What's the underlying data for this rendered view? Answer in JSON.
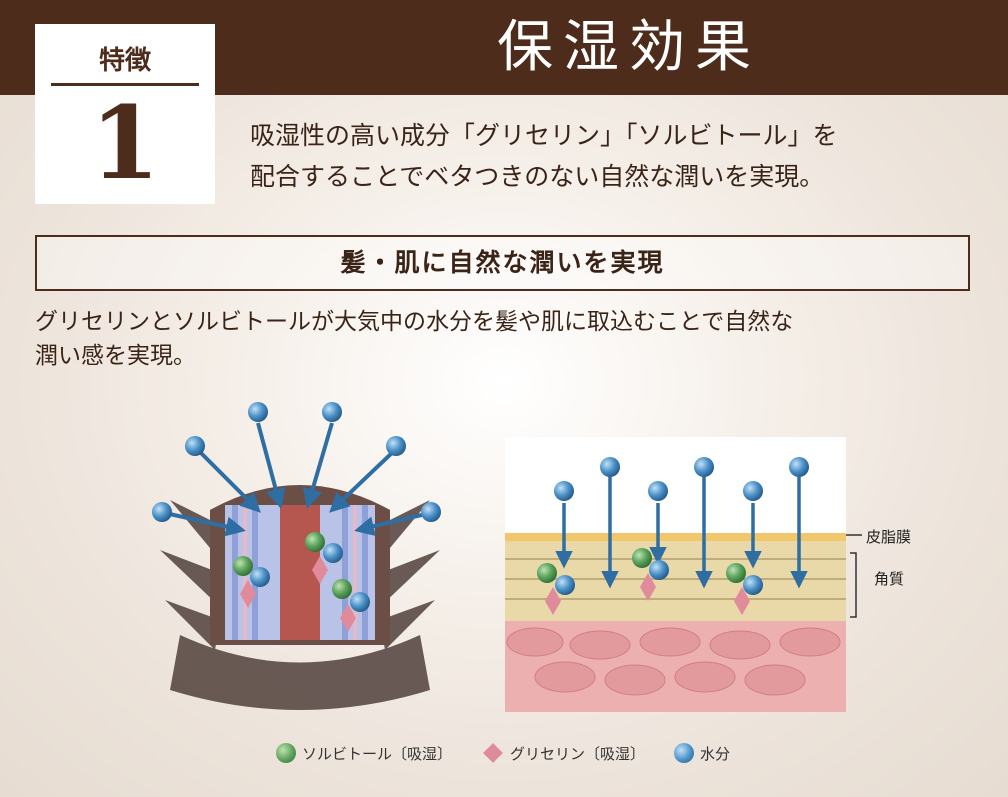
{
  "header": {
    "title": "保湿効果",
    "feature_label": "特徴",
    "feature_number": "1"
  },
  "lead": {
    "line1": "吸湿性の高い成分「グリセリン」「ソルビトール」を",
    "line2": "配合することでベタつきのない自然な潤いを実現。"
  },
  "section": {
    "title": "髪・肌に自然な潤いを実現",
    "line1": "グリセリンとソルビトールが大気中の水分を髪や肌に取込むことで自然な",
    "line2": "潤い感を実現。"
  },
  "skin_labels": {
    "sebum": "皮脂膜",
    "stratum": "角質"
  },
  "legend": {
    "sorbitol": "ソルビトール〔吸湿〕",
    "glycerin": "グリセリン〔吸湿〕",
    "water": "水分"
  },
  "colors": {
    "brand_brown": "#4e2c1b",
    "water_blue": "#4a90c7",
    "sorbitol_green": "#5aa05a",
    "glycerin_pink": "#e08b9c"
  }
}
